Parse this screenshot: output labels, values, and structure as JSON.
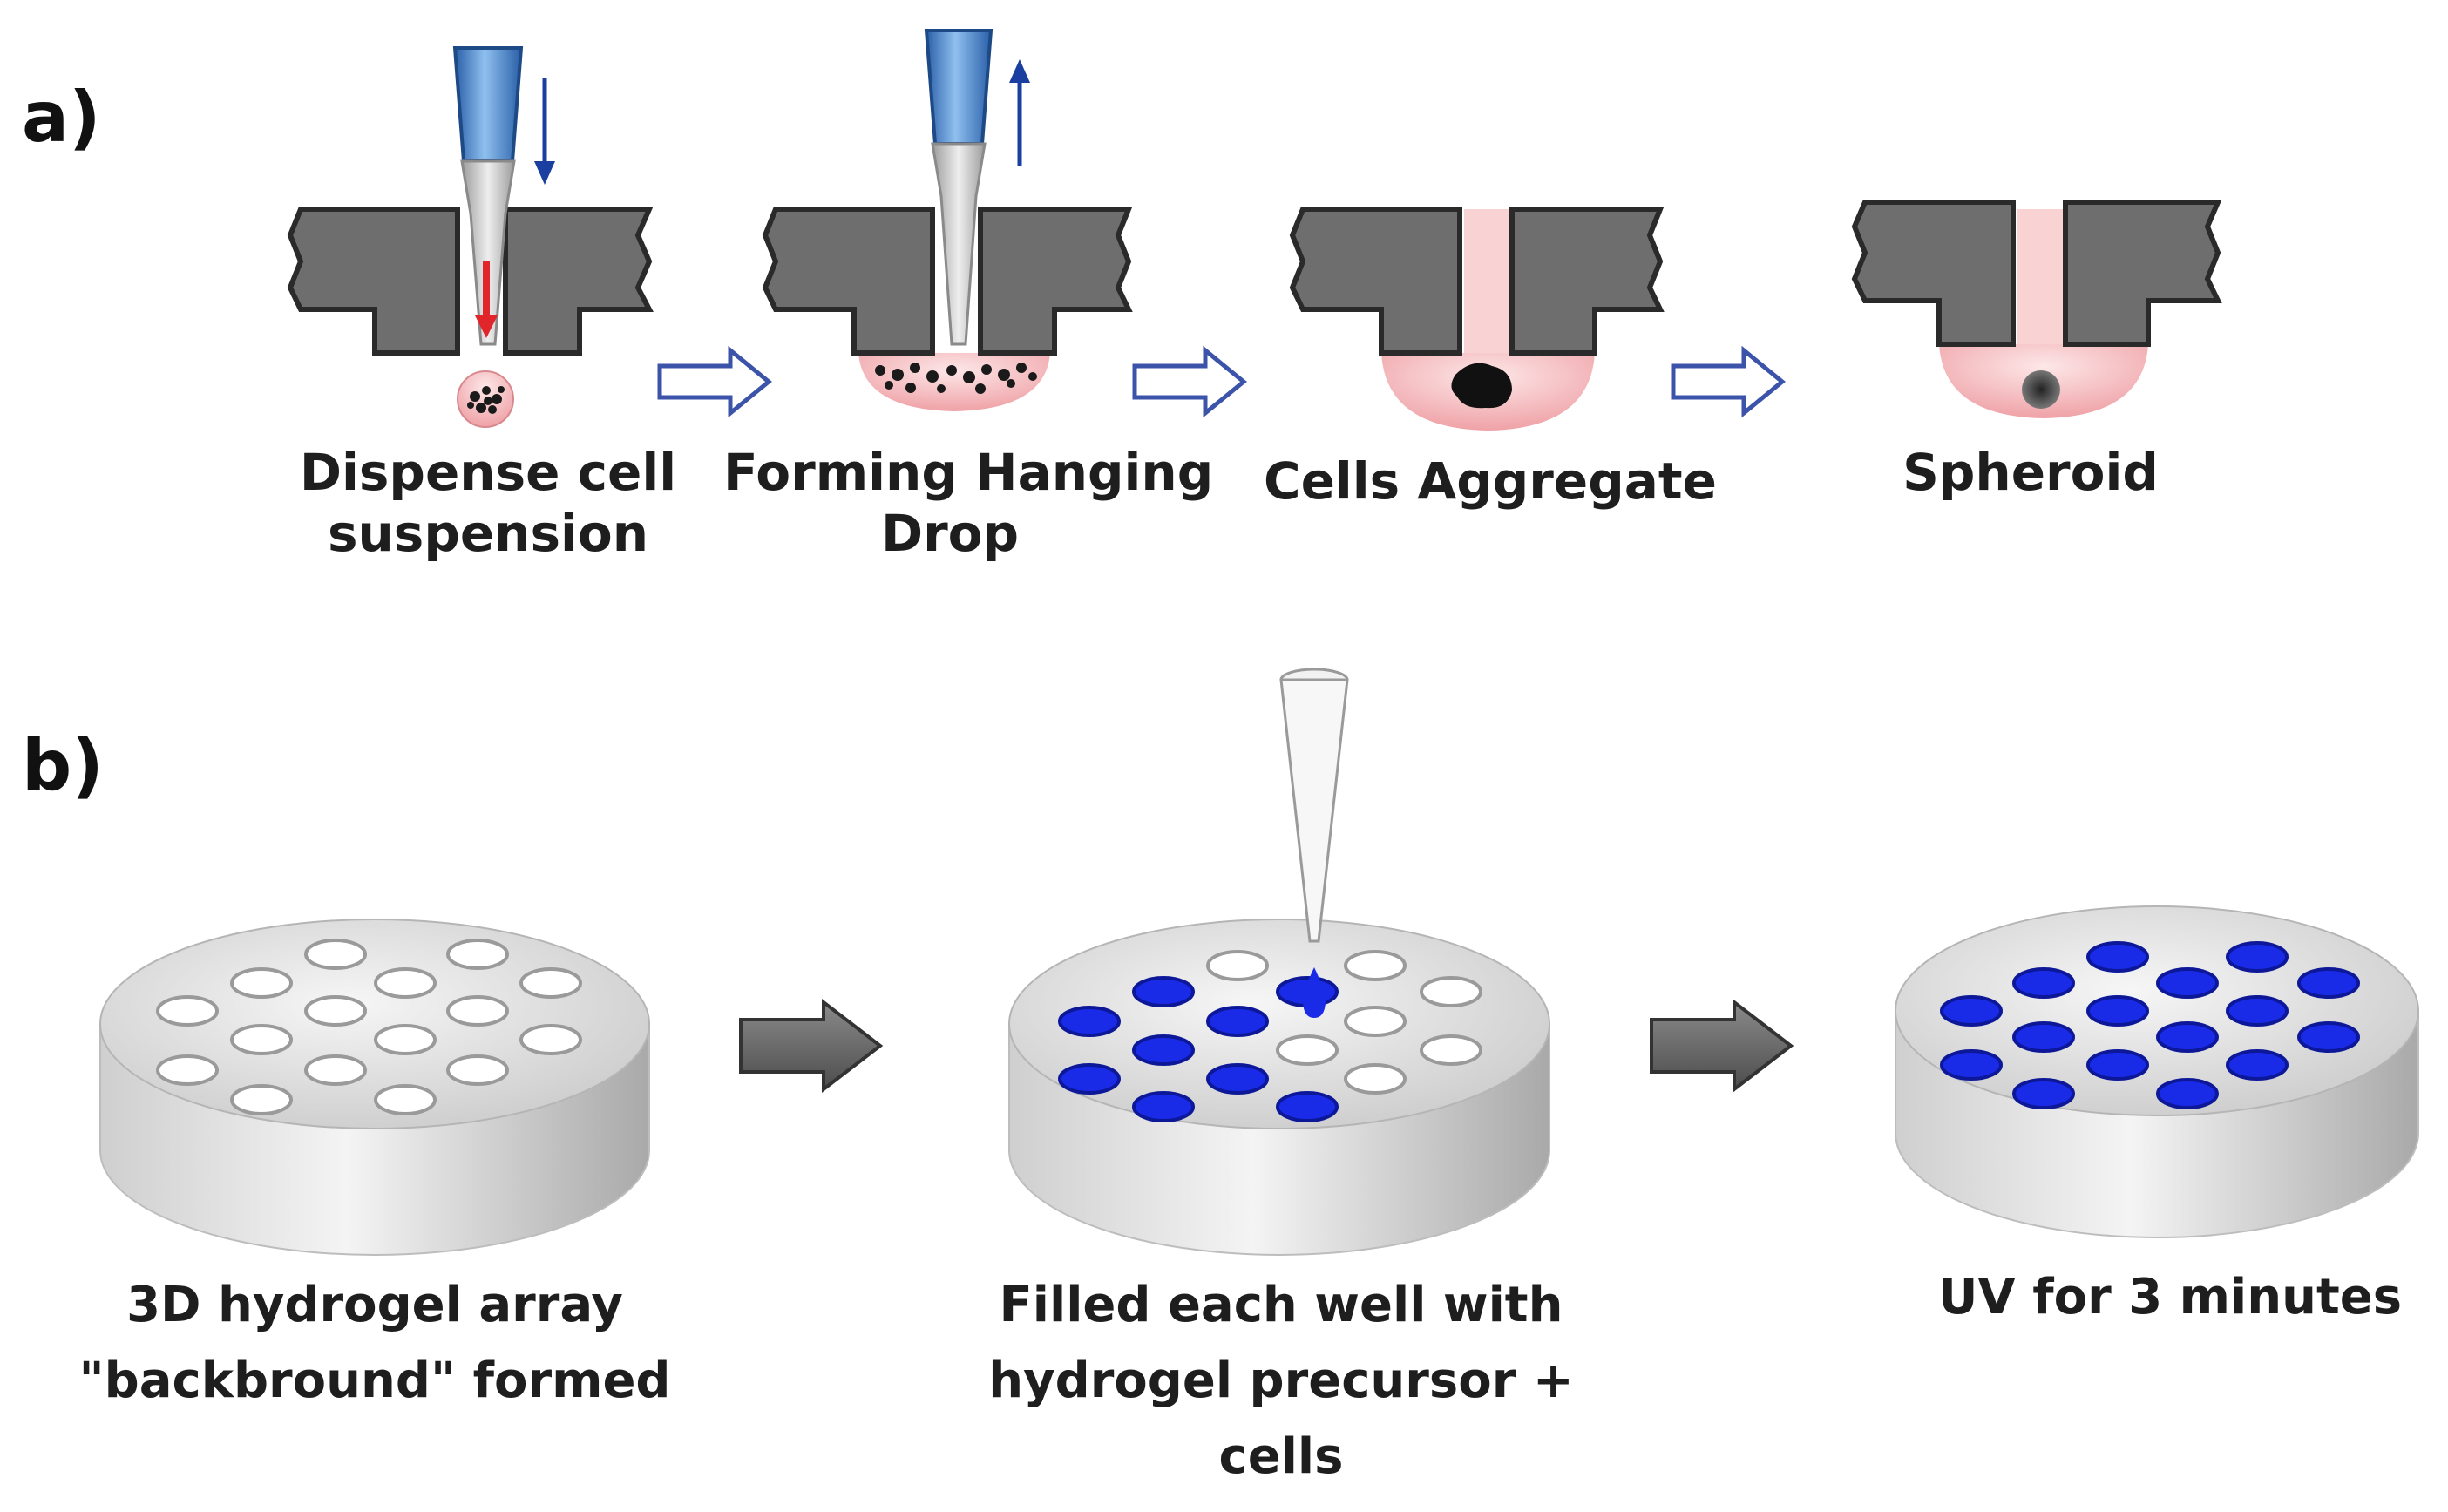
{
  "panel_a": {
    "letter": "a)",
    "steps": [
      {
        "line1": "Dispense cell",
        "line2": "suspension"
      },
      {
        "line1": "Forming Hanging",
        "line2": "Drop"
      },
      {
        "line1": "Cells Aggregate",
        "line2": ""
      },
      {
        "line1": "Spheroid",
        "line2": ""
      }
    ]
  },
  "panel_b": {
    "letter": "b)",
    "steps": [
      {
        "line1": "3D hydrogel array",
        "line2": "\"backbround\" formed",
        "line3": ""
      },
      {
        "line1": "Filled each well with",
        "line2": "hydrogel precursor +",
        "line3": "cells"
      },
      {
        "line1": "UV for 3 minutes",
        "line2": "",
        "line3": ""
      }
    ]
  },
  "colors": {
    "plate": "#6e6e6e",
    "pipette": "#3f7fc9",
    "media": "#f2b3b6",
    "open_arrow": "#3b53a8",
    "gray_arrow": "#6a6a6a",
    "filled_well": "#1a2be8"
  }
}
